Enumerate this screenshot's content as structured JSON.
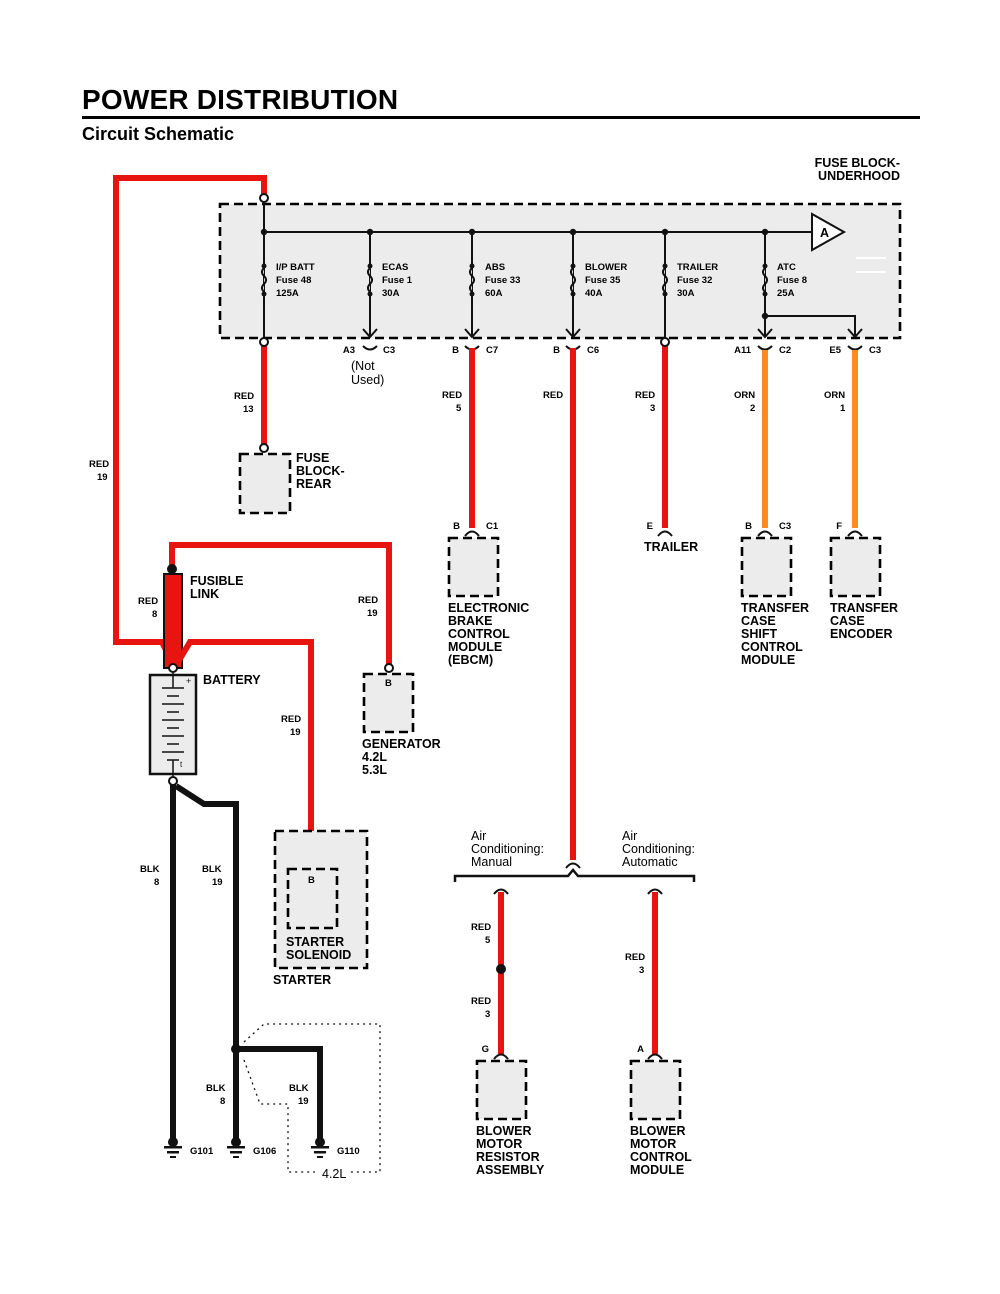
{
  "page": {
    "title": "POWER DISTRIBUTION",
    "subtitle": "Circuit Schematic"
  },
  "colors": {
    "red": "#e8140f",
    "orange": "#ff8a1e",
    "black": "#111111",
    "box_fill": "#ececec"
  },
  "fuse_block": {
    "name_line1": "FUSE BLOCK-",
    "name_line2": "UNDERHOOD",
    "connector_label": "A",
    "fuses": [
      {
        "name": "I/P BATT",
        "fuse": "Fuse 48",
        "amps": "125A"
      },
      {
        "name": "ECAS",
        "fuse": "Fuse 1",
        "amps": "30A"
      },
      {
        "name": "ABS",
        "fuse": "Fuse 33",
        "amps": "60A"
      },
      {
        "name": "BLOWER",
        "fuse": "Fuse 35",
        "amps": "40A"
      },
      {
        "name": "TRAILER",
        "fuse": "Fuse 32",
        "amps": "30A"
      },
      {
        "name": "ATC",
        "fuse": "Fuse 8",
        "amps": "25A"
      }
    ],
    "pins": [
      {
        "pin": "A3",
        "conn": "C3"
      },
      {
        "pin": "B",
        "conn": "C7"
      },
      {
        "pin": "B",
        "conn": "C6"
      },
      {
        "pin": "A11",
        "conn": "C2"
      },
      {
        "pin": "E5",
        "conn": "C3"
      }
    ],
    "not_used_1": "(Not",
    "not_used_2": "Used)"
  },
  "wires": [
    {
      "color": "RED",
      "circuit": "19"
    },
    {
      "color": "RED",
      "circuit": "13"
    },
    {
      "color": "RED",
      "circuit": "5"
    },
    {
      "color": "RED",
      "circuit": ""
    },
    {
      "color": "RED",
      "circuit": "3"
    },
    {
      "color": "ORN",
      "circuit": "2"
    },
    {
      "color": "ORN",
      "circuit": "1"
    },
    {
      "color": "RED",
      "circuit": "8"
    },
    {
      "color": "RED",
      "circuit": "19"
    },
    {
      "color": "RED",
      "circuit": "19"
    },
    {
      "color": "BLK",
      "circuit": "8"
    },
    {
      "color": "BLK",
      "circuit": "19"
    },
    {
      "color": "BLK",
      "circuit": "8"
    },
    {
      "color": "BLK",
      "circuit": "19"
    },
    {
      "color": "RED",
      "circuit": "5"
    },
    {
      "color": "RED",
      "circuit": "3"
    },
    {
      "color": "RED",
      "circuit": "3"
    }
  ],
  "components": {
    "fuse_block_rear": [
      "FUSE",
      "BLOCK-",
      "REAR"
    ],
    "ebcm": {
      "pin": "B",
      "conn": "C1",
      "lines": [
        "ELECTRONIC",
        "BRAKE",
        "CONTROL",
        "MODULE",
        "(EBCM)"
      ]
    },
    "trailer": {
      "pin": "E",
      "label": "TRAILER"
    },
    "tcscm": {
      "pin": "B",
      "conn": "C3",
      "lines": [
        "TRANSFER",
        "CASE",
        "SHIFT",
        "CONTROL",
        "MODULE"
      ]
    },
    "tce": {
      "pin": "F",
      "lines": [
        "TRANSFER",
        "CASE",
        "ENCODER"
      ]
    },
    "fusible_link": [
      "FUSIBLE",
      "LINK"
    ],
    "battery": {
      "label": "BATTERY",
      "plus": "+",
      "minus": "t"
    },
    "generator": {
      "pin": "B",
      "lines": [
        "GENERATOR",
        "4.2L",
        "5.3L"
      ]
    },
    "starter": {
      "pin": "B",
      "lines": [
        "STARTER",
        "SOLENOID"
      ],
      "outer": "STARTER"
    },
    "ac_manual": [
      "Air",
      "Conditioning:",
      "Manual"
    ],
    "ac_auto": [
      "Air",
      "Conditioning:",
      "Automatic"
    ],
    "bmra": {
      "pin": "G",
      "lines": [
        "BLOWER",
        "MOTOR",
        "RESISTOR",
        "ASSEMBLY"
      ]
    },
    "bmcm": {
      "pin": "A",
      "lines": [
        "BLOWER",
        "MOTOR",
        "CONTROL",
        "MODULE"
      ]
    },
    "grounds": [
      "G101",
      "G106",
      "G110"
    ],
    "engine_note": "4.2L"
  }
}
